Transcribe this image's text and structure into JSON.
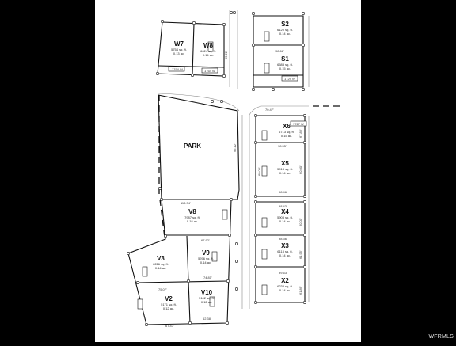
{
  "map": {
    "lots": {
      "S2": {
        "name": "S2",
        "area": "6120 sq. ft.",
        "acres": "0.14 ac."
      },
      "S1": {
        "name": "S1",
        "area": "6583 sq. ft.",
        "acres": "0.15 ac."
      },
      "W7": {
        "name": "W7",
        "area": "5754 sq. ft.",
        "acres": "0.13 ac."
      },
      "W8": {
        "name": "W8",
        "area": "6024 sq. ft.",
        "acres": "0.14 ac."
      },
      "X6": {
        "name": "X6",
        "area": "6713 sq. ft.",
        "acres": "0.15 ac."
      },
      "X5": {
        "name": "X5",
        "area": "5913 sq. ft.",
        "acres": "0.14 ac."
      },
      "X4": {
        "name": "X4",
        "area": "5903 sq. ft.",
        "acres": "0.14 ac."
      },
      "X3": {
        "name": "X3",
        "area": "6113 sq. ft.",
        "acres": "0.14 ac."
      },
      "X2": {
        "name": "X2",
        "area": "6238 sq. ft.",
        "acres": "0.14 ac."
      },
      "V8": {
        "name": "V8",
        "area": "7987 sq. ft.",
        "acres": "0.18 ac."
      },
      "V9": {
        "name": "V9",
        "area": "5976 sq. ft.",
        "acres": "0.14 ac."
      },
      "V3": {
        "name": "V3",
        "area": "6226 sq. ft.",
        "acres": "0.14 ac."
      },
      "V2": {
        "name": "V2",
        "area": "5171 sq. ft.",
        "acres": "0.12 ac."
      },
      "V10": {
        "name": "V10",
        "area": "5102 sq. ft.",
        "acres": "0.12 ac."
      }
    },
    "park_label": "PARK",
    "dimensions": {
      "s1_width": "98.68'",
      "d_w_right": "99.22'",
      "x6_top": "70.47'",
      "x6_right": "67.86'",
      "x5_top": "98.55'",
      "x5_left": "60.00'",
      "x5_right": "60.00'",
      "x5_bottom": "98.46'",
      "x4_top": "98.43'",
      "x4_right": "60.00'",
      "x3_top": "98.36'",
      "x3_right": "61.95'",
      "x2_top": "99.63'",
      "x2_right": "61.89'",
      "v8_top": "118.34'",
      "v9_top": "67.92'",
      "v9_bottom": "74.81'",
      "v2_top": "75.07'",
      "v2_bottom": "67.47'",
      "v10_bottom": "62.38'",
      "park_right": "96.12'"
    },
    "tags": {
      "w7_addr": "1794 W",
      "w8_addr": "1764 W",
      "s1_addr": "1729 W",
      "x6_addr": "1727 W"
    }
  },
  "watermark": {
    "text": "WFRMLS"
  }
}
